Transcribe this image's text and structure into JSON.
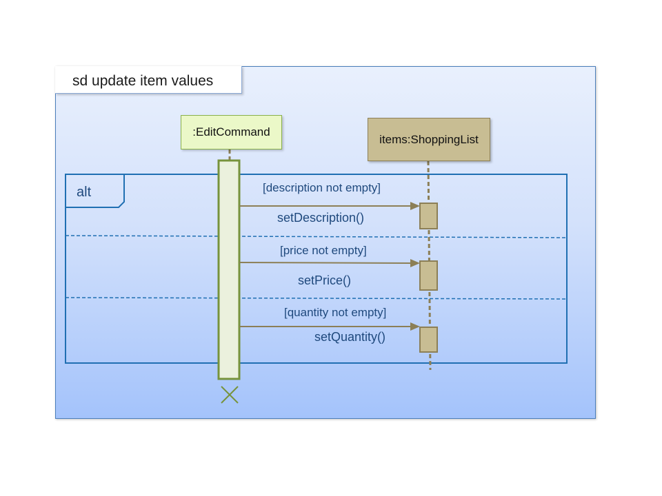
{
  "frame": {
    "title": "sd update item values"
  },
  "lifelines": {
    "edit_command": ":EditCommand",
    "shopping_list": "items:ShoppingList"
  },
  "fragment": {
    "operator": "alt",
    "operands": [
      {
        "guard": "[description not empty]",
        "message": "setDescription()"
      },
      {
        "guard": "[price not empty]",
        "message": "setPrice()"
      },
      {
        "guard": "[quantity not empty]",
        "message": "setQuantity()"
      }
    ]
  },
  "colors": {
    "frame_border": "#4a7ebb",
    "fragment_border": "#1f6fb2",
    "text_blue": "#1f497d",
    "edit_fill": "#ebf8c8",
    "edit_border": "#8ab04a",
    "list_fill": "#c8bd93",
    "list_border": "#8c7f56",
    "arrow": "#8c7f56"
  }
}
